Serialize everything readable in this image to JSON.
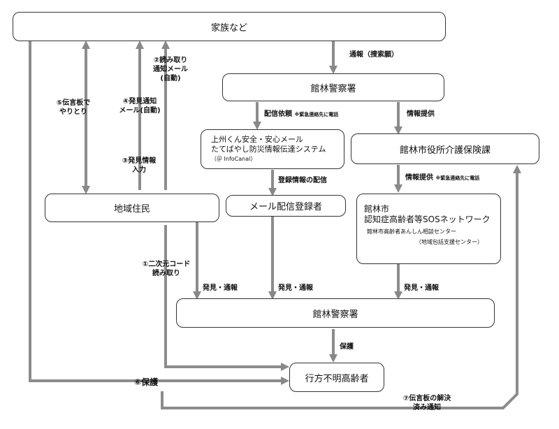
{
  "nodes": {
    "family": "家族など",
    "police_top": "館林警察署",
    "mail_line1": "上州くん安全・安心メール",
    "mail_line2": "たてばやし防災情報伝達システム",
    "mail_line3": "（＠ InfoCanal）",
    "city_care": "館林市役所介護保険課",
    "residents": "地域住民",
    "mail_registrants": "メール配信登録者",
    "sos_line1": "館林市",
    "sos_line2": "認知症高齢者等SOSネットワーク",
    "sos_sub1": "館林市高齢者あんしん相談センター",
    "sos_sub2": "（地域包括支援センター）",
    "police_bottom": "館林警察署",
    "missing_elderly": "行方不明高齢者"
  },
  "labels": {
    "report_search": "通報（捜索願）",
    "delivery_request": "配信依頼",
    "delivery_request_note": "※緊急連絡先に電話",
    "info_provide_1": "情報提供",
    "registration_delivery": "登録情報の配信",
    "info_provide_2": "情報提供",
    "info_provide_2_note": "※緊急連絡先に電話",
    "step2_line1": "②読み取り",
    "step2_line2": "通知メール",
    "step2_line3": "(自動)",
    "step4_line1": "④発見通知",
    "step4_line2": "メール(自動)",
    "step5_line1": "⑤伝言板で",
    "step5_line2": "やりとり",
    "step3_line1": "③発見情報",
    "step3_line2": "入力",
    "step1_line1": "①二次元コード",
    "step1_line2": "読み取り",
    "found_report_1": "発見・通報",
    "found_report_2": "発見・通報",
    "found_report_3": "発見・通報",
    "protect": "保護",
    "step6": "⑥保護",
    "step7_line1": "⑦伝言板の解決",
    "step7_line2": "済み通知"
  }
}
